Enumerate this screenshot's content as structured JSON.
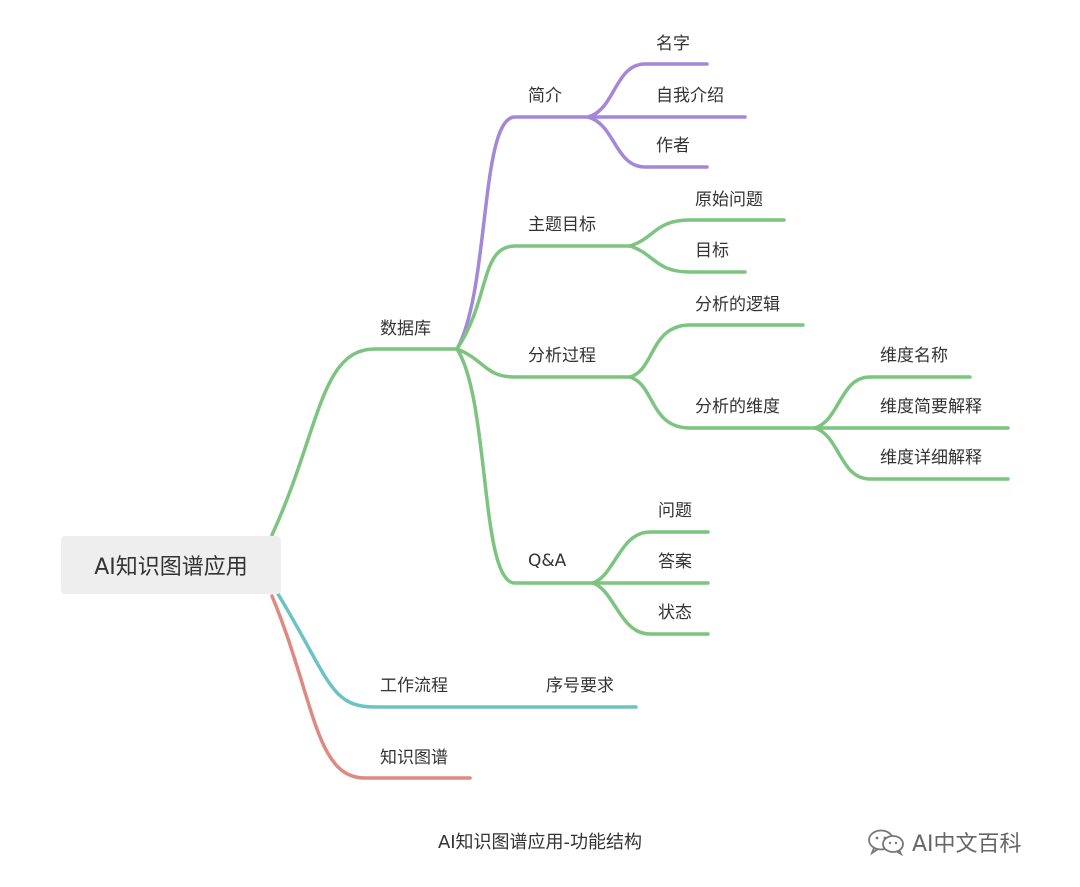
{
  "root": "AI知识图谱应用",
  "caption": "AI知识图谱应用-功能结构",
  "watermark": {
    "text": "AI中文百科",
    "icon": "wechat-icon"
  },
  "colors": {
    "purple": "#a487d9",
    "green": "#7cc47f",
    "teal": "#6cc3c4",
    "red": "#e08983"
  },
  "branches": {
    "database": {
      "label": "数据库",
      "intro": {
        "label": "简介",
        "children": [
          "名字",
          "自我介绍",
          "作者"
        ]
      },
      "topic": {
        "label": "主题目标",
        "children": [
          "原始问题",
          "目标"
        ]
      },
      "analysis": {
        "label": "分析过程",
        "logic": "分析的逻辑",
        "dimension": {
          "label": "分析的维度",
          "children": [
            "维度名称",
            "维度简要解释",
            "维度详细解释"
          ]
        }
      },
      "qa": {
        "label": "Q&A",
        "children": [
          "问题",
          "答案",
          "状态"
        ]
      }
    },
    "workflow": {
      "label": "工作流程",
      "child": "序号要求"
    },
    "kg": {
      "label": "知识图谱"
    }
  }
}
